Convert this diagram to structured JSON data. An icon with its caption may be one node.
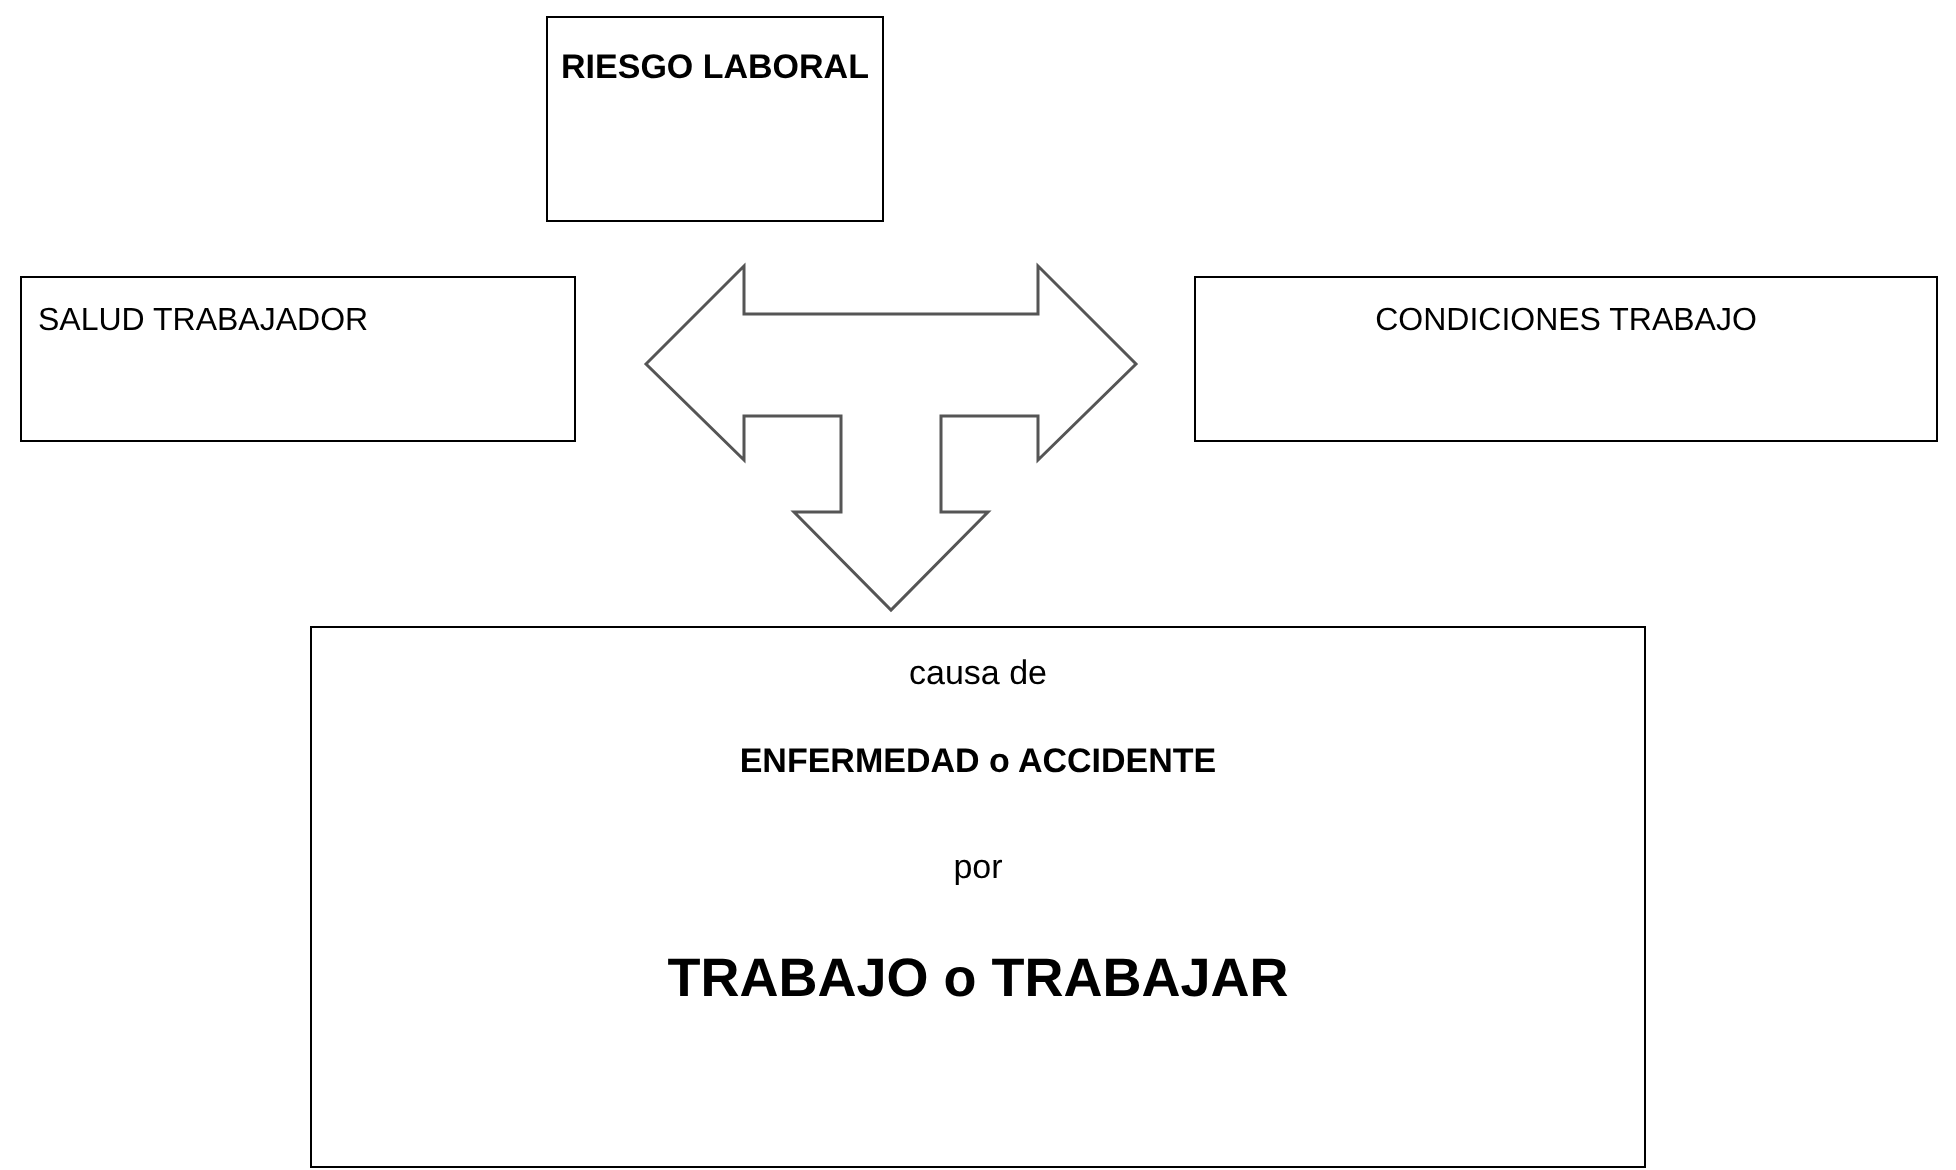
{
  "diagram": {
    "nodes": [
      {
        "text": [
          "RIESGO LABORAL"
        ]
      },
      {
        "text": [
          "SALUD TRABAJADOR"
        ]
      },
      {
        "text": [
          "CONDICIONES TRABAJO"
        ]
      },
      {
        "text": [
          "causa de",
          "ENFERMEDAD o ACCIDENTE",
          "por",
          "TRABAJO o TRABAJAR"
        ]
      }
    ],
    "edges": [
      {
        "from": 1,
        "to": 2,
        "arrow": "both"
      },
      {
        "from": null,
        "to": 3,
        "arrow": "to"
      }
    ]
  }
}
